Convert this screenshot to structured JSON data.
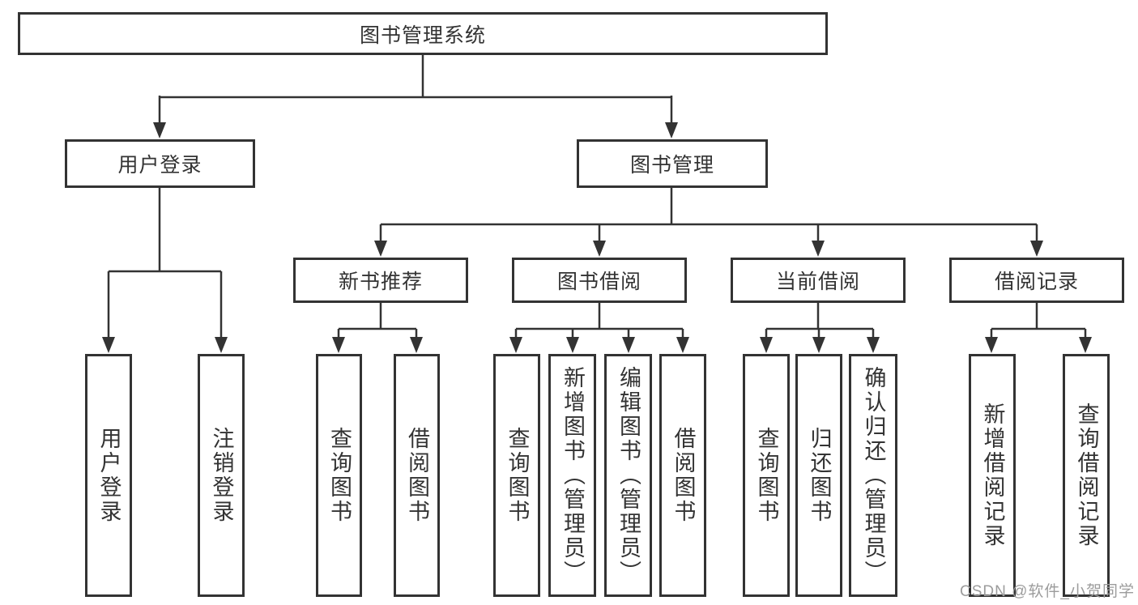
{
  "diagram": {
    "root": {
      "label": "图书管理系统"
    },
    "level2": {
      "user_login": {
        "label": "用户登录"
      },
      "book_management": {
        "label": "图书管理"
      }
    },
    "level3": {
      "new_book_recommend": {
        "label": "新书推荐"
      },
      "book_borrow": {
        "label": "图书借阅"
      },
      "current_borrow": {
        "label": "当前借阅"
      },
      "borrow_records": {
        "label": "借阅记录"
      }
    },
    "leaves": {
      "user_login": [
        "用户登录",
        "注销登录"
      ],
      "new_book_recommend": [
        "查询图书",
        "借阅图书"
      ],
      "book_borrow": [
        "查询图书",
        "新增图书（管理员）",
        "编辑图书（管理员）",
        "借阅图书"
      ],
      "current_borrow": [
        "查询图书",
        "归还图书",
        "确认归还（管理员）"
      ],
      "borrow_records": [
        "新增借阅记录",
        "查询借阅记录"
      ]
    }
  },
  "watermark": {
    "text": "CSDN @软件_小贺同学"
  },
  "colors": {
    "line": "#333333",
    "border": "#333333",
    "text": "#333333",
    "watermark": "#9c9c9c",
    "background": "#ffffff"
  }
}
